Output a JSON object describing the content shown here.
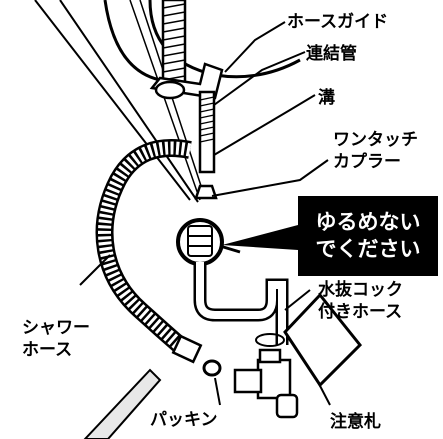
{
  "labels": {
    "hose_guide": "ホースガイド",
    "connecting_pipe": "連結管",
    "groove": "溝",
    "one_touch_coupler_line1": "ワンタッチ",
    "one_touch_coupler_line2": "カプラー",
    "shower_hose_line1": "シャワー",
    "shower_hose_line2": "ホース",
    "drain_hose_line1": "水抜コック",
    "drain_hose_line2": "付きホース",
    "packing": "パッキン",
    "caution_tag": "注意札"
  },
  "warning": {
    "line1": "ゆるめない",
    "line2": "でください"
  },
  "colors": {
    "ink": "#000000",
    "paper": "#ffffff",
    "callout_fill": "#e8e8e8"
  }
}
